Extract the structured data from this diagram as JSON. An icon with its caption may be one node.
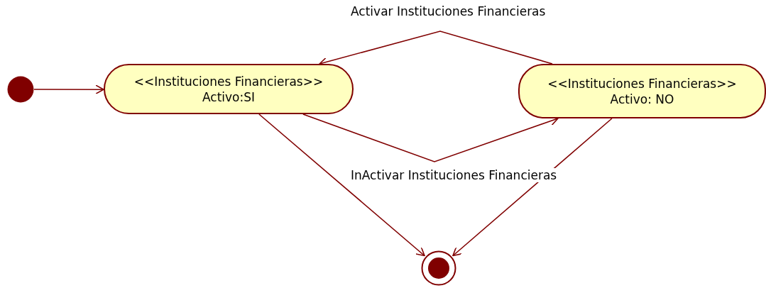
{
  "diagram": {
    "nodes": [
      {
        "text": [],
        "shape": "circle"
      },
      {
        "text": [
          "<<Instituciones Financieras>>",
          "Activo:SI"
        ]
      },
      {
        "text": [
          "<<Instituciones Financieras>>",
          "Activo: NO"
        ]
      },
      {
        "text": [],
        "shape": "bullseye"
      }
    ],
    "edges": [
      {
        "from": 0,
        "to": 1,
        "arrow": "to"
      },
      {
        "from": 2,
        "to": 1,
        "arrow": "to",
        "label": "Activar Instituciones Financieras"
      },
      {
        "from": 1,
        "to": 2,
        "arrow": "to",
        "label": "InActivar Instituciones Financieras"
      },
      {
        "from": 1,
        "to": 3,
        "arrow": "to"
      },
      {
        "from": 2,
        "to": 3,
        "arrow": "to"
      }
    ]
  }
}
